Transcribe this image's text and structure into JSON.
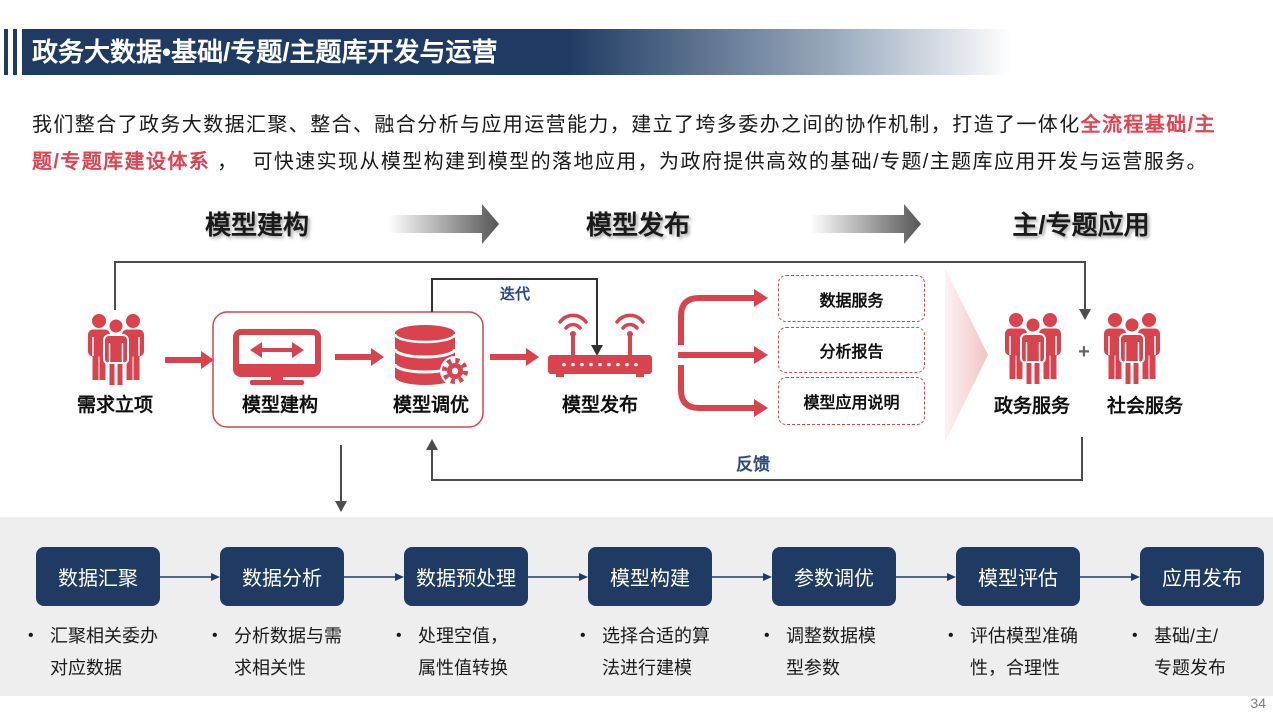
{
  "title": "政务大数据•基础/专题/主题库开发与运营",
  "intro": {
    "line1_text": "我们整合了政务大数据汇聚、整合、融合分析与应用运营能力，建立了垮多委办之间的协作机制，打造了一体化",
    "line1_highlight": "全流程基础/主",
    "line2_highlight": "题/专题库建设体系",
    "line2_text": " ，  可快速实现从模型构建到模型的落地应用，为政府提供高效的基础/专题/主题库应用开发与运营服务。"
  },
  "stages": {
    "build": "模型建构",
    "publish": "模型发布",
    "apply": "主/专题应用"
  },
  "flow": {
    "demand_label": "需求立项",
    "build_label": "模型建构",
    "tune_label": "模型调优",
    "publish_label": "模型发布",
    "iterate_label": "迭代",
    "feedback_label": "反馈",
    "outputs": [
      "数据服务",
      "分析报告",
      "模型应用说明"
    ],
    "gov_label": "政务服务",
    "plus": "+",
    "social_label": "社会服务"
  },
  "bullet": "•",
  "process": [
    {
      "label": "数据汇聚",
      "desc": [
        "汇聚相关委办",
        "对应数据"
      ]
    },
    {
      "label": "数据分析",
      "desc": [
        "分析数据与需",
        "求相关性"
      ]
    },
    {
      "label": "数据预处理",
      "desc": [
        "处理空值，",
        "属性值转换"
      ]
    },
    {
      "label": "模型构建",
      "desc": [
        "选择合适的算",
        "法进行建模"
      ]
    },
    {
      "label": "参数调优",
      "desc": [
        "调整数据模",
        "型参数"
      ]
    },
    {
      "label": "模型评估",
      "desc": [
        "评估模型准确",
        "性，合理性"
      ]
    },
    {
      "label": "应用发布",
      "desc": [
        "基础/主/",
        "专题发布"
      ]
    }
  ],
  "page_number": "34",
  "icons": {
    "demand": "people-group-icon",
    "build": "monitor-icon",
    "tune": "database-gear-icon",
    "publish": "router-icon",
    "gov": "people-group-icon",
    "social": "people-group-icon"
  },
  "colors": {
    "navy": "#1f3b63",
    "red": "#d9434e",
    "highlight": "#e3424f",
    "band": "#eeeeee",
    "line": "#4d4d4d"
  }
}
